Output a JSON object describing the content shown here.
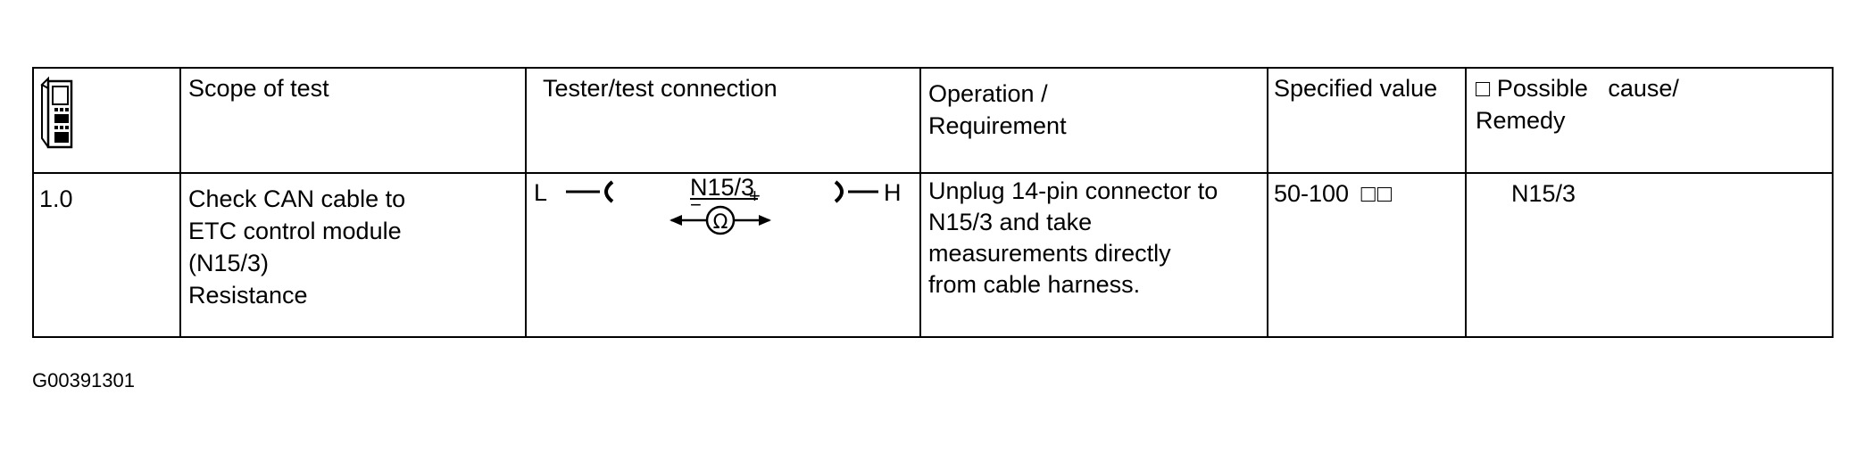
{
  "table": {
    "header": {
      "icon": "tester-device-icon",
      "scope": "Scope of test",
      "tester": "Tester/test connection",
      "operation_line1": "Operation /",
      "operation_line2": "Requirement",
      "specified": "Specified value",
      "remedy_box": "□",
      "remedy_line1": "Possible   cause/",
      "remedy_line2": "Remedy"
    },
    "rows": [
      {
        "step": "1.0",
        "scope_lines": [
          "Check CAN cable to",
          "ETC control module",
          "(N15/3)",
          "Resistance"
        ],
        "connection": {
          "left_label": "L",
          "right_label": "H",
          "component": "N15/3",
          "minus": "−",
          "plus": "+",
          "meter_symbol": "Ω"
        },
        "operation_lines": [
          "Unplug 14-pin connector to",
          "N15/3 and take",
          "measurements directly",
          "from cable harness."
        ],
        "specified_value": "50-100",
        "specified_unit_boxes": "□□",
        "remedy": "N15/3"
      }
    ]
  },
  "figure_id": "G00391301"
}
